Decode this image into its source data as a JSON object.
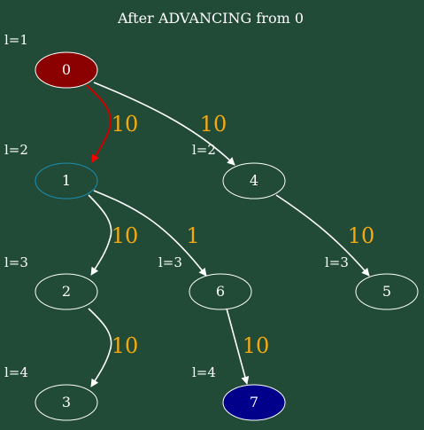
{
  "title": "After ADVANCING from 0",
  "colors": {
    "background": "#214b36",
    "default_stroke": "#ffffff",
    "highlight_edge": "#cc0000",
    "highlight_arrow": "#ff0000",
    "edge_label": "#f5a911",
    "node_0_fill": "#8b0000",
    "node_7_fill": "#00008b",
    "node_1_stroke": "#1a8fb5"
  },
  "nodes": [
    {
      "id": "0",
      "label": "0",
      "level": "l=1",
      "fill": "#8b0000",
      "stroke": "#ffffff"
    },
    {
      "id": "1",
      "label": "1",
      "level": "l=2",
      "fill": "none",
      "stroke": "#1a8fb5"
    },
    {
      "id": "4",
      "label": "4",
      "level": "l=2",
      "fill": "none",
      "stroke": "#ffffff"
    },
    {
      "id": "2",
      "label": "2",
      "level": "l=3",
      "fill": "none",
      "stroke": "#ffffff"
    },
    {
      "id": "6",
      "label": "6",
      "level": "l=3",
      "fill": "none",
      "stroke": "#ffffff"
    },
    {
      "id": "5",
      "label": "5",
      "level": "l=3",
      "fill": "none",
      "stroke": "#ffffff"
    },
    {
      "id": "3",
      "label": "3",
      "level": "l=4",
      "fill": "none",
      "stroke": "#ffffff"
    },
    {
      "id": "7",
      "label": "7",
      "level": "l=4",
      "fill": "#00008b",
      "stroke": "#ffffff"
    }
  ],
  "edges": [
    {
      "from": "0",
      "to": "1",
      "label": "10",
      "highlight": true
    },
    {
      "from": "0",
      "to": "4",
      "label": "10",
      "highlight": false
    },
    {
      "from": "1",
      "to": "2",
      "label": "10",
      "highlight": false
    },
    {
      "from": "1",
      "to": "6",
      "label": "1",
      "highlight": false
    },
    {
      "from": "4",
      "to": "5",
      "label": "10",
      "highlight": false
    },
    {
      "from": "2",
      "to": "3",
      "label": "10",
      "highlight": false
    },
    {
      "from": "6",
      "to": "7",
      "label": "10",
      "highlight": false
    }
  ]
}
